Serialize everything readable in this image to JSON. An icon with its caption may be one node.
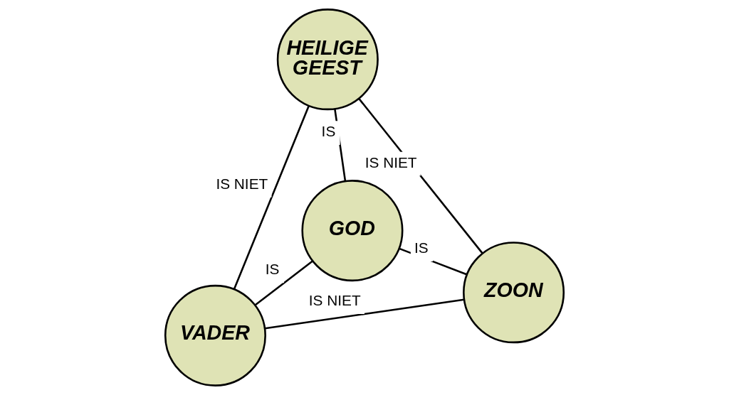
{
  "diagram": {
    "nodes": [
      {
        "text": [
          "VADER"
        ]
      },
      {
        "text": [
          "ZOON"
        ]
      },
      {
        "text": [
          "GOD"
        ]
      },
      {
        "text": [
          "HEILIGE GEEST"
        ]
      }
    ],
    "edges": [
      {
        "from": 0,
        "to": 1,
        "arrow": "none",
        "label": "IS NIET"
      },
      {
        "from": 0,
        "to": 2,
        "arrow": "none",
        "label": "IS"
      },
      {
        "from": 1,
        "to": 2,
        "arrow": "none",
        "label": "IS"
      },
      {
        "from": 0,
        "to": 3,
        "arrow": "none",
        "label": "IS NIET"
      },
      {
        "from": 2,
        "to": 3,
        "arrow": "none",
        "label": "IS"
      },
      {
        "from": 1,
        "to": 3,
        "arrow": "none",
        "label": "IS NIET"
      }
    ]
  }
}
